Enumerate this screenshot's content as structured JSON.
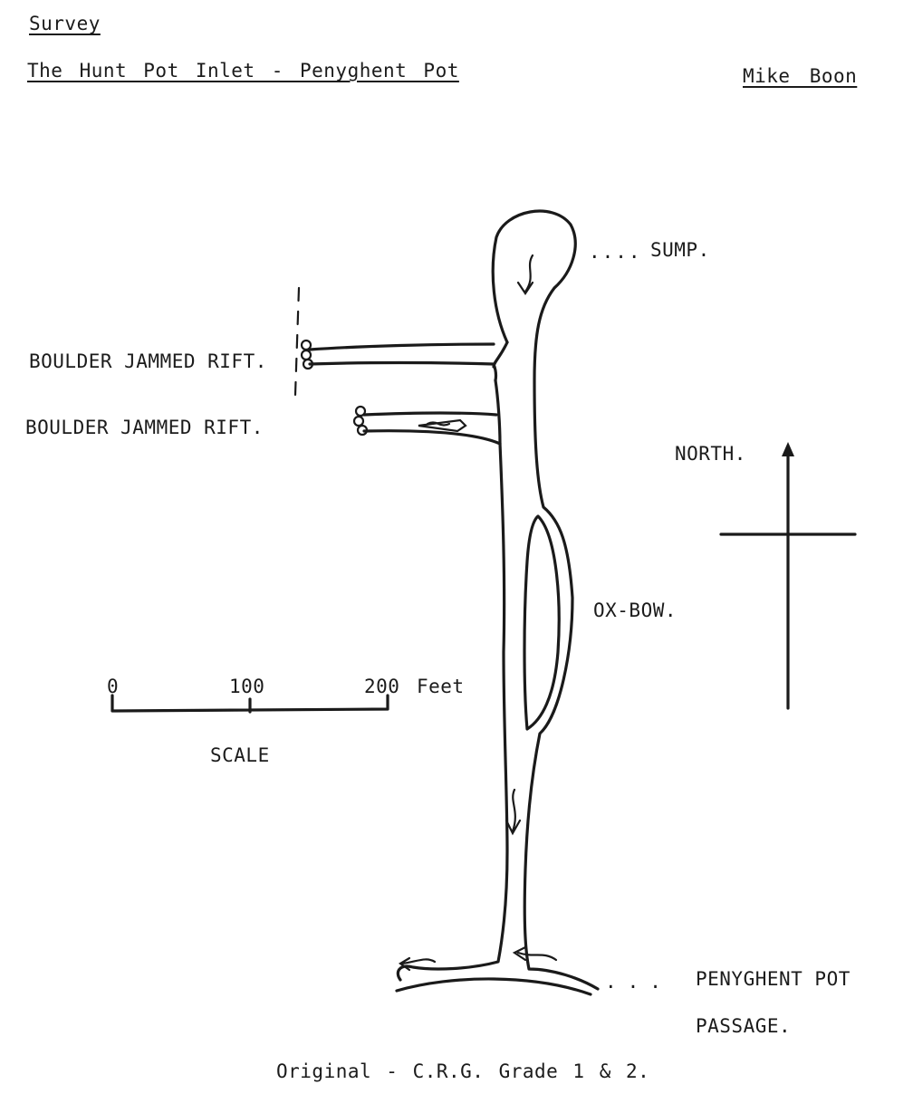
{
  "header": {
    "heading": "Survey",
    "title": "The Hunt  Pot Inlet  -  Penyghent Pot",
    "author": "Mike  Boon"
  },
  "labels": {
    "sump": "SUMP.",
    "rift_upper": "BOULDER JAMMED RIFT.",
    "rift_lower": "BOULDER JAMMED RIFT.",
    "north": "NORTH.",
    "oxbow": "OX-BOW.",
    "passage_line1": "PENYGHENT POT",
    "passage_line2": "PASSAGE."
  },
  "scale": {
    "ticks": [
      "0",
      "100",
      "200"
    ],
    "unit": "Feet",
    "label": "SCALE"
  },
  "footer": {
    "note": "Original - C.R.G. Grade 1 & 2."
  }
}
